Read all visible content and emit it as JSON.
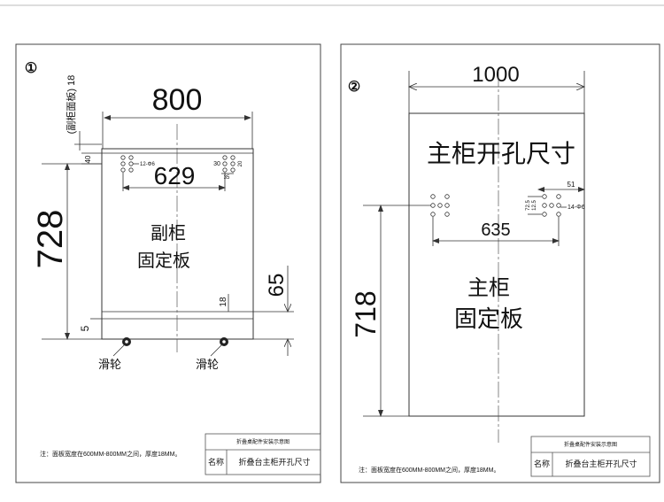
{
  "drawing_1": {
    "number": "①",
    "face_panel_label": "(副柜面板) 18",
    "width_dim": "800",
    "hole_spacing_dim": "629",
    "hole_spec": "12-Φ6",
    "dim_30": "30",
    "dim_20": "20",
    "dim_35": "35",
    "dim_40": "40",
    "height_dim": "728",
    "dim_65": "65",
    "dim_18": "18",
    "dim_5": "5",
    "panel_label_line1": "副柜",
    "panel_label_line2": "固定板",
    "wheel_left_label": "滑轮",
    "wheel_right_label": "滑轮",
    "note": "注：面板宽度在600MM-800MM之间，厚度18MM。",
    "title_block": {
      "header": "折叠桌配件安装示意图",
      "name_label": "名称",
      "name_value": "折叠台主柜开孔尺寸"
    }
  },
  "drawing_2": {
    "number": "②",
    "width_dim": "1000",
    "heading": "主柜开孔尺寸",
    "dim_51": "51",
    "dim_72_5": "72.5",
    "dim_12_5": "12.5",
    "hole_spec": "14-Φ6",
    "hole_spacing_dim": "635",
    "panel_label_line1": "主柜",
    "panel_label_line2": "固定板",
    "height_dim": "718",
    "note": "注：面板宽度在600MM-800MM之间，厚度18MM。",
    "title_block": {
      "header": "折叠桌配件安装示意图",
      "name_label": "名称",
      "name_value": "折叠台主柜开孔尺寸"
    }
  },
  "colors": {
    "line": "#333333",
    "background": "#ffffff"
  }
}
